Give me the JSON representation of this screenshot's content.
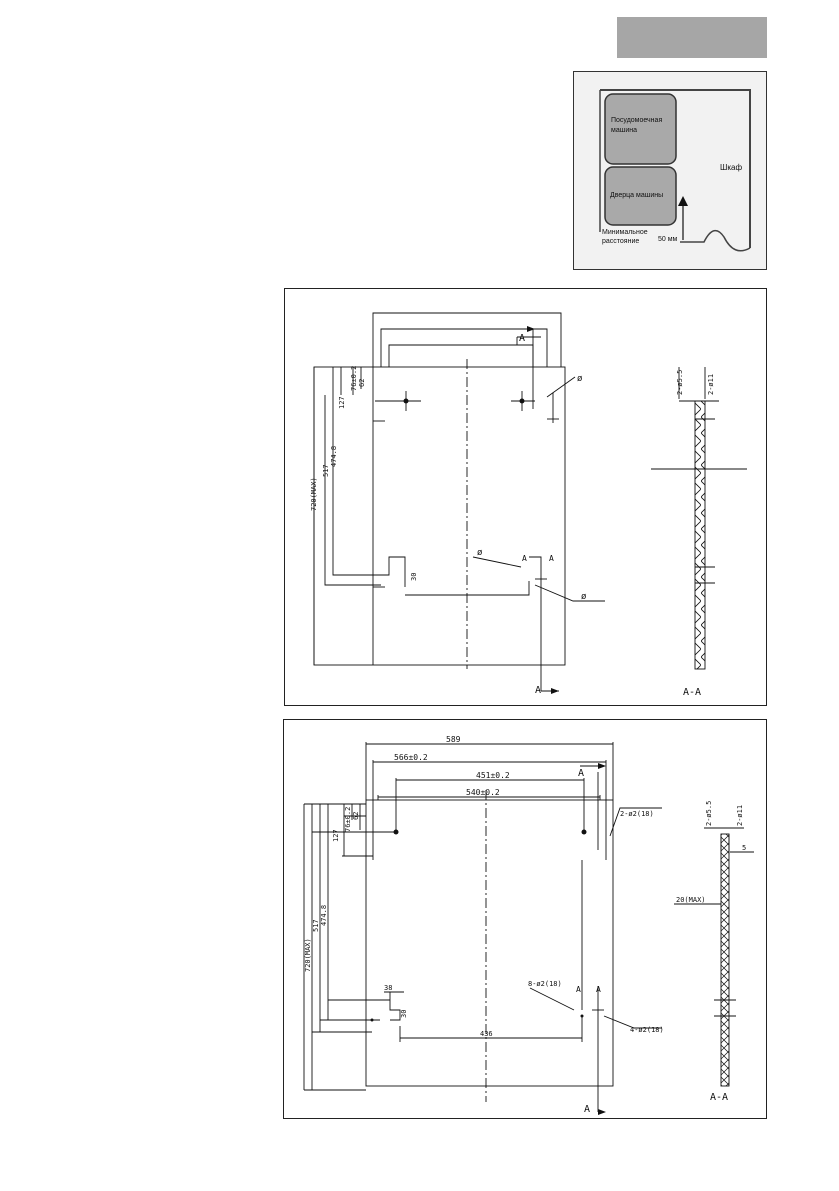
{
  "header": {
    "tab_color": "#a6a6a6"
  },
  "illustration": {
    "dishwasher_label_1": "Посудомоечная",
    "dishwasher_label_2": "машина",
    "door_label": "Дверца машины",
    "cabinet_label": "Шкаф",
    "min_distance_label_1": "Минимальное",
    "min_distance_label_2": "расстояние",
    "distance_value": "50 мм"
  },
  "drawing_1": {
    "section_marker": "A",
    "section_view_label": "A-A",
    "dim_76": "76±0.2",
    "dim_62": "62",
    "dim_127": "127",
    "dim_474": "474.8",
    "dim_517": "517",
    "dim_720": "720(MAX)",
    "dim_30": "30",
    "diameter_symbol": "ø",
    "hole_55": "2-ø5.5",
    "hole_11": "2-ø11"
  },
  "drawing_2": {
    "section_marker": "A",
    "section_view_label": "A-A",
    "dim_589": "589",
    "dim_566": "566±0.2",
    "dim_451": "451±0.2",
    "dim_540": "540±0.2",
    "dim_76": "76±0.2",
    "dim_62": "62",
    "dim_127": "127",
    "dim_474": "474.8",
    "dim_517": "517",
    "dim_720": "720(MAX)",
    "dim_38": "38",
    "dim_30": "30",
    "dim_436": "436",
    "dim_20max": "20(MAX)",
    "dim_5": "5",
    "hole_top": "2-ø2(18)",
    "hole_8": "8-ø2(18)",
    "hole_4": "4-ø2(18)",
    "hole_55": "2-ø5.5",
    "hole_11": "2-ø11"
  }
}
